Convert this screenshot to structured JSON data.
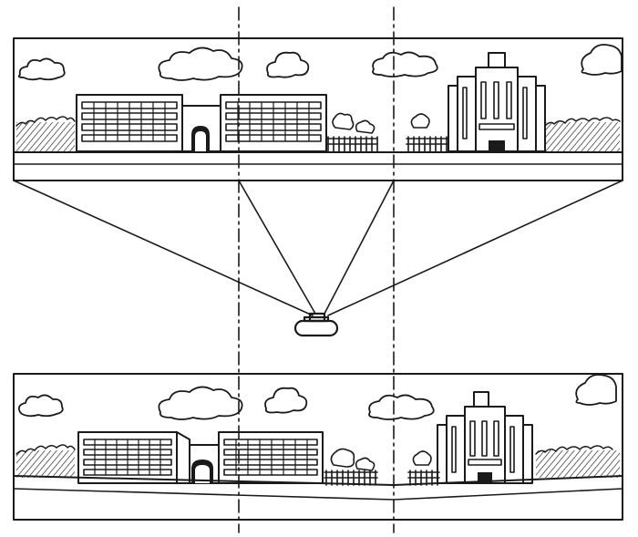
{
  "colors": {
    "ink": "#1a1a1a",
    "paper": "#ffffff"
  },
  "figure": {
    "top_panel": {
      "contents": [
        "clouds",
        "left-building-block",
        "gate",
        "right-building-block",
        "trees-and-fence",
        "tall-tower-building",
        "hedges",
        "road"
      ]
    },
    "bottom_panel": {
      "contents": [
        "clouds",
        "left-building-block",
        "gate",
        "right-building-block",
        "trees-and-fence",
        "tall-tower-building",
        "hedges",
        "curved-road"
      ]
    },
    "projection": {
      "rays": 4,
      "camera": "panoramic-camera-icon"
    },
    "guides": {
      "vertical_dashed_lines": 2
    }
  }
}
